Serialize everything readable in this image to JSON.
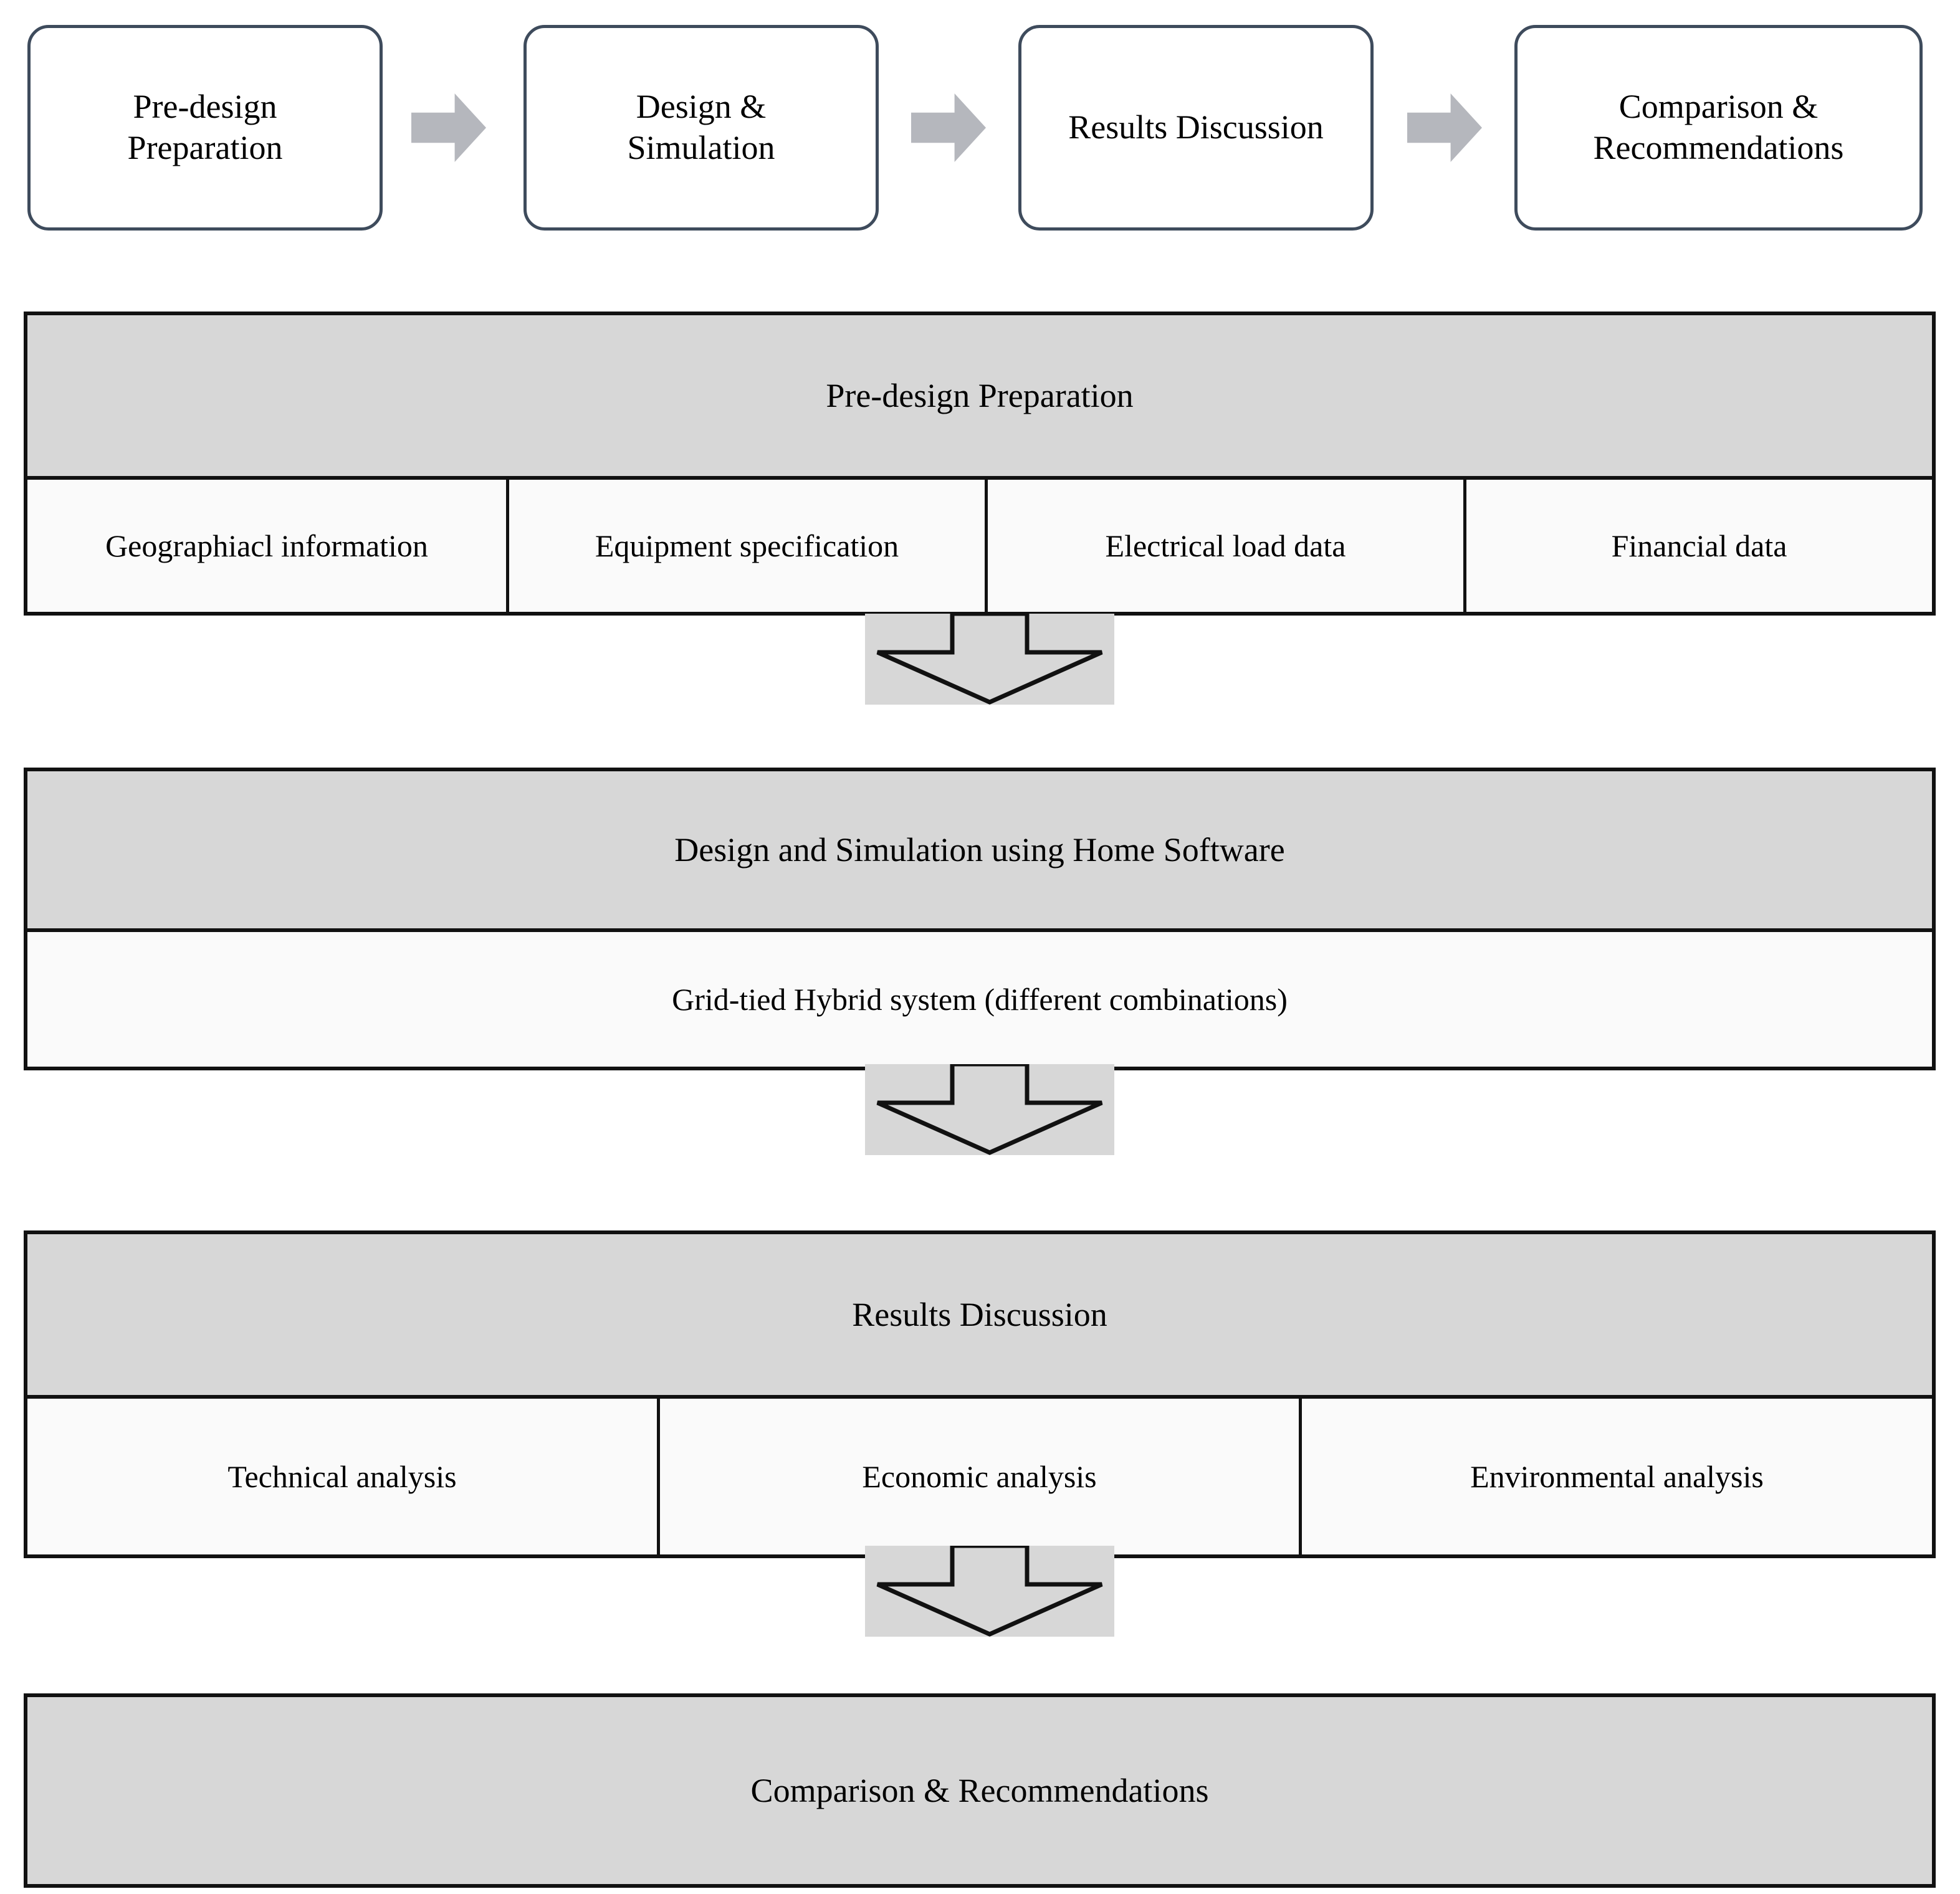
{
  "pipeline": {
    "steps": [
      {
        "label": "Pre-design\nPreparation"
      },
      {
        "label": "Design &\nSimulation"
      },
      {
        "label": "Results Discussion"
      },
      {
        "label": "Comparison &\nRecommendations"
      }
    ],
    "arrow_icon": "right-arrow-icon",
    "arrow_color": "#b5b7bd",
    "box_border_color": "#3e4b5c"
  },
  "stages": [
    {
      "id": "predesign",
      "header": "Pre-design Preparation",
      "cells": [
        "Geographiacl information",
        "Equipment specification",
        "Electrical load data",
        "Financial data"
      ]
    },
    {
      "id": "design",
      "header": "Design and Simulation using Home Software",
      "cells": [
        "Grid-tied Hybrid system (different combinations)"
      ]
    },
    {
      "id": "results",
      "header": "Results Discussion",
      "cells": [
        "Technical analysis",
        "Economic analysis",
        "Environmental analysis"
      ]
    },
    {
      "id": "comparison",
      "header": "Comparison & Recommendations",
      "cells": []
    }
  ],
  "flow_arrows": {
    "icon": "down-block-arrow-icon",
    "fill": "#d7d7d7",
    "stroke": "#111111",
    "count": 3
  },
  "colors": {
    "header_fill": "#d7d7d7",
    "cell_fill": "#fafafa",
    "outline": "#111111",
    "page_background": "#ffffff"
  }
}
